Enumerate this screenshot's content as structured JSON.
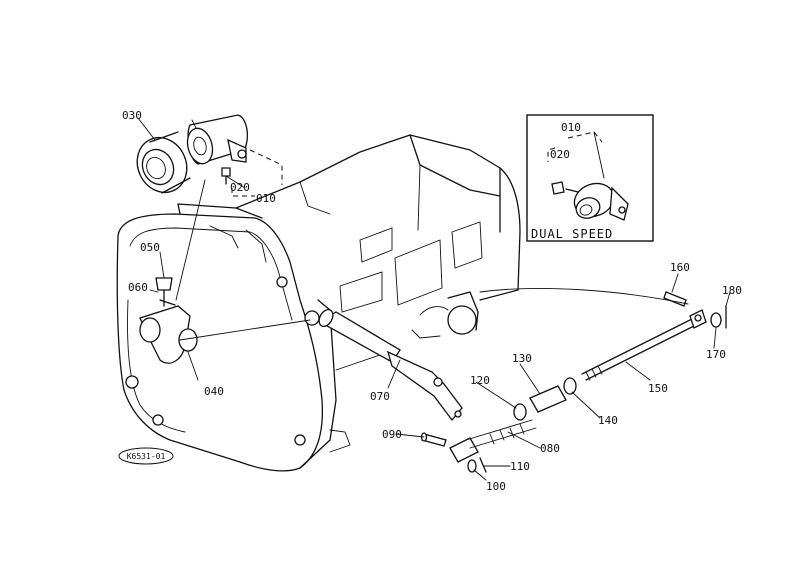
{
  "inset": {
    "caption": "DUAL SPEED"
  },
  "stamp": "K6531-01",
  "parts": {
    "p010": "010",
    "p020": "020",
    "p030": "030",
    "p040": "040",
    "p050": "050",
    "p060": "060",
    "p070": "070",
    "p080": "080",
    "p090": "090",
    "p100": "100",
    "p110": "110",
    "p120": "120",
    "p130": "130",
    "p140": "140",
    "p150": "150",
    "p160": "160",
    "p170": "170",
    "p180": "180"
  }
}
